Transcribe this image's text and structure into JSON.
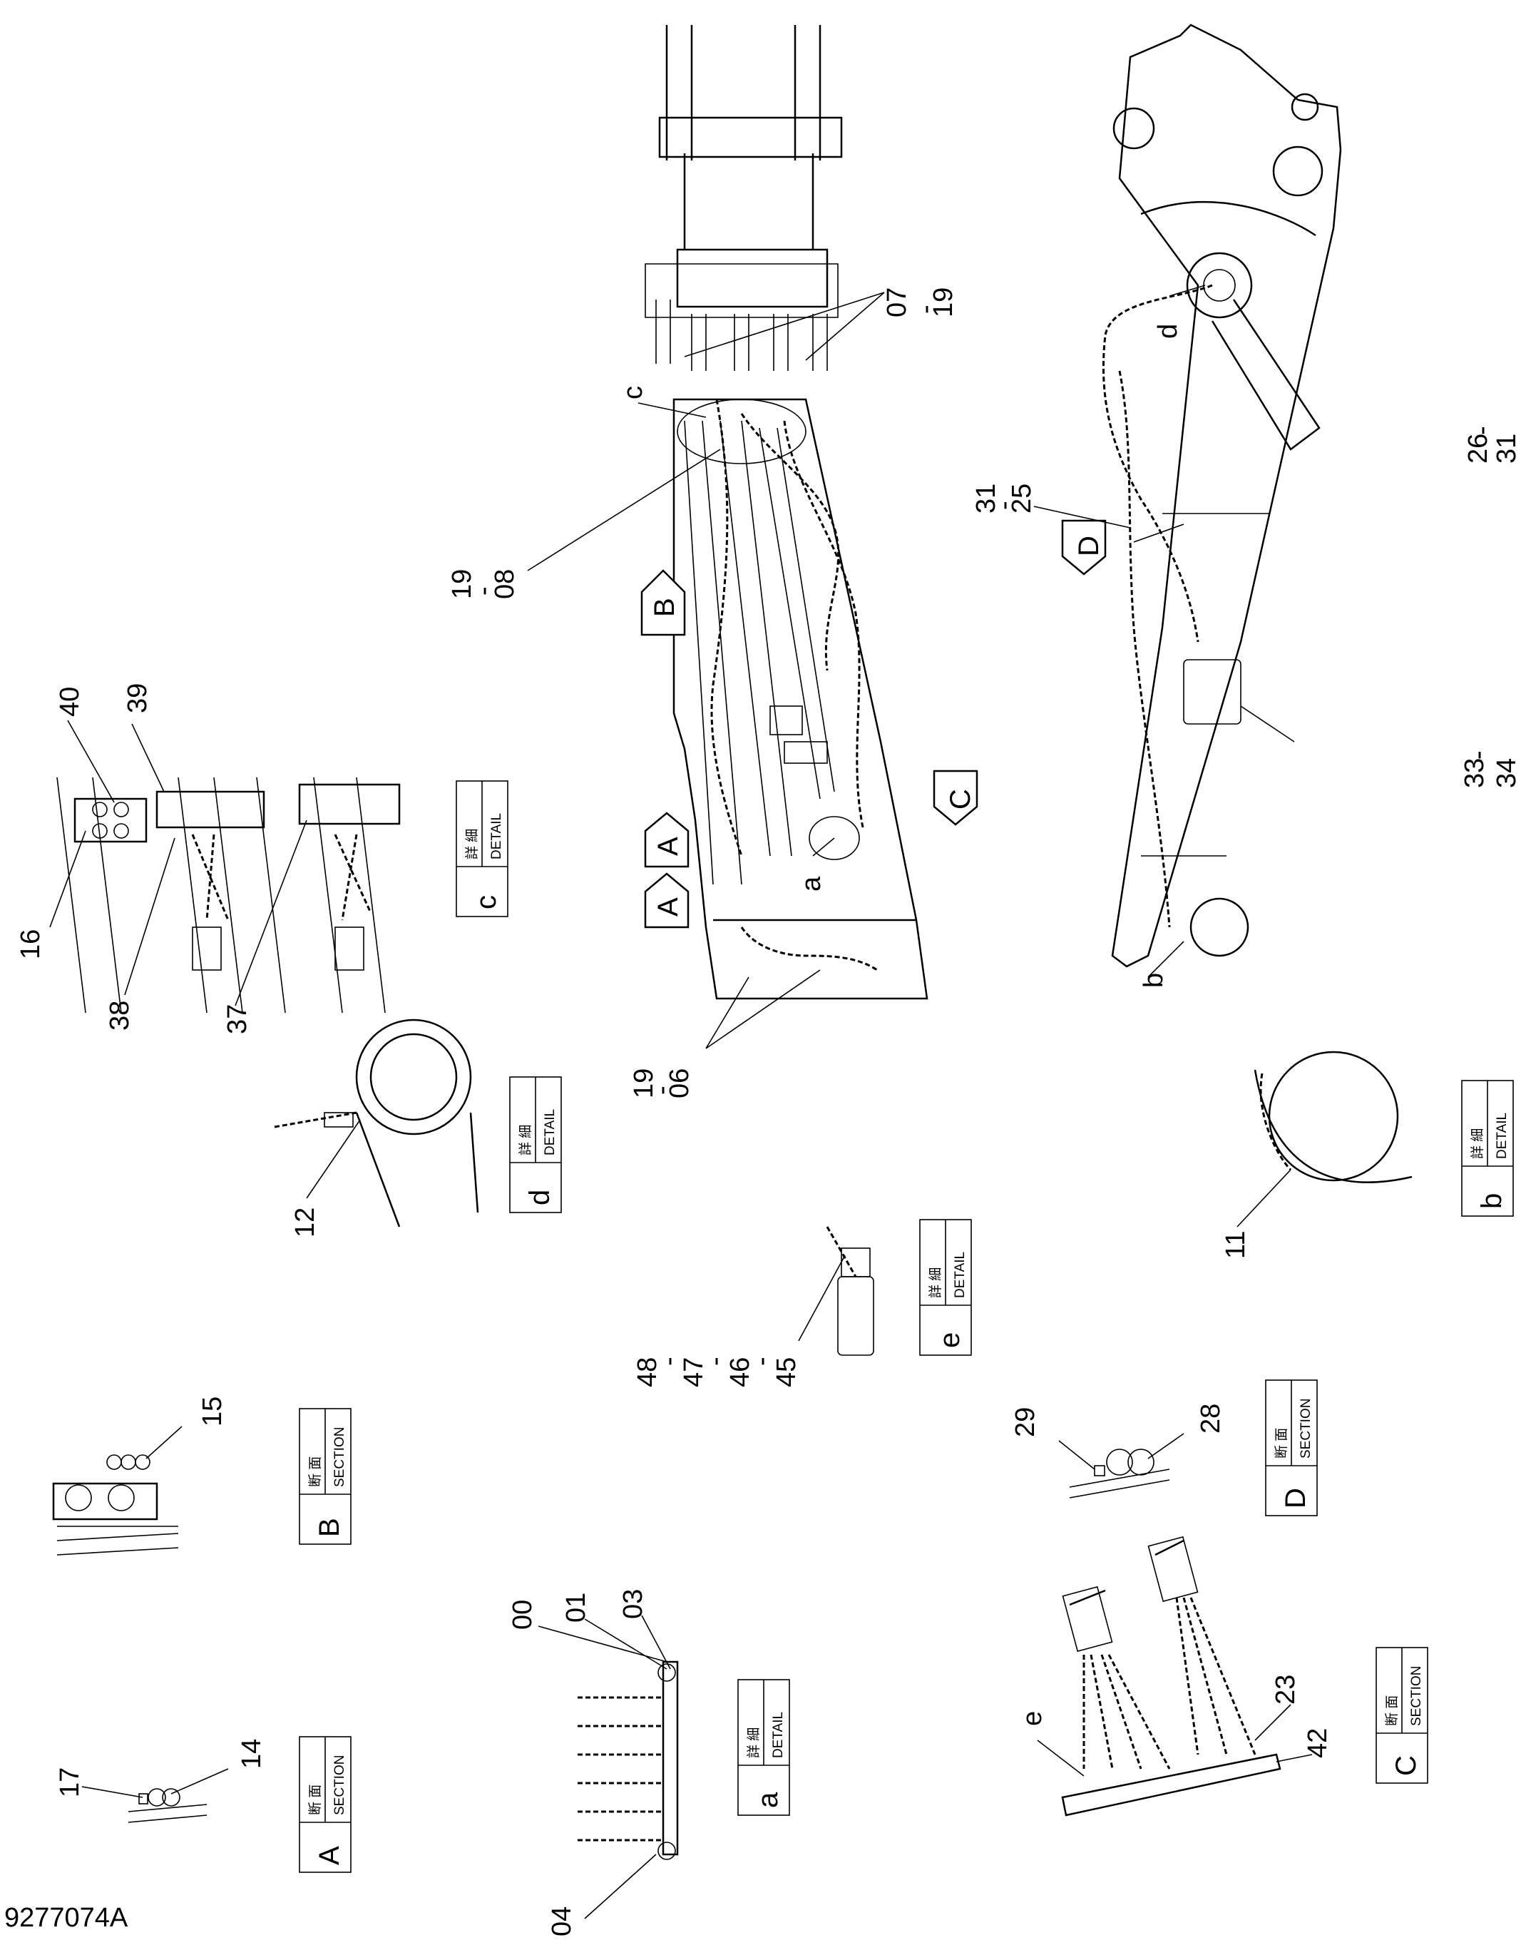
{
  "drawing_number": "9277074A",
  "callouts": {
    "c07_19": "07\n-\n19",
    "c19_08": "19\n-\n08",
    "c_c": "c",
    "c_d": "d",
    "c31_25": "31\n-\n25",
    "c26_31": "26\n-\n31",
    "c33_34": "33\n-\n34",
    "c_b": "b",
    "c_a": "a",
    "c19_06": "19\n-\n06",
    "c40": "40",
    "c39": "39",
    "c16": "16",
    "c38": "38",
    "c37": "37",
    "c12": "12",
    "c11": "11",
    "c48_45": "48\n-\n47\n-\n46\n-\n45",
    "c15": "15",
    "c29": "29",
    "c28": "28",
    "c00": "00",
    "c01": "01",
    "c03": "03",
    "c04": "04",
    "c17": "17",
    "c14": "14",
    "c_e": "e",
    "c23": "23",
    "c42": "42"
  },
  "view_arrows": {
    "A1": "A",
    "A2": "A",
    "B": "B",
    "C": "C",
    "D": "D"
  },
  "boxes": {
    "detail_c": {
      "jp": "詳 細",
      "en": "DETAIL",
      "letter": "c"
    },
    "detail_d": {
      "jp": "詳 細",
      "en": "DETAIL",
      "letter": "d"
    },
    "detail_b": {
      "jp": "詳 細",
      "en": "DETAIL",
      "letter": "b"
    },
    "detail_e": {
      "jp": "詳 細",
      "en": "DETAIL",
      "letter": "e"
    },
    "detail_a": {
      "jp": "詳 細",
      "en": "DETAIL",
      "letter": "a"
    },
    "section_B": {
      "jp": "断 面",
      "en": "SECTION",
      "letter": "B"
    },
    "section_D": {
      "jp": "断 面",
      "en": "SECTION",
      "letter": "D"
    },
    "section_A": {
      "jp": "断 面",
      "en": "SECTION",
      "letter": "A"
    },
    "section_C": {
      "jp": "断 面",
      "en": "SECTION",
      "letter": "C"
    }
  }
}
